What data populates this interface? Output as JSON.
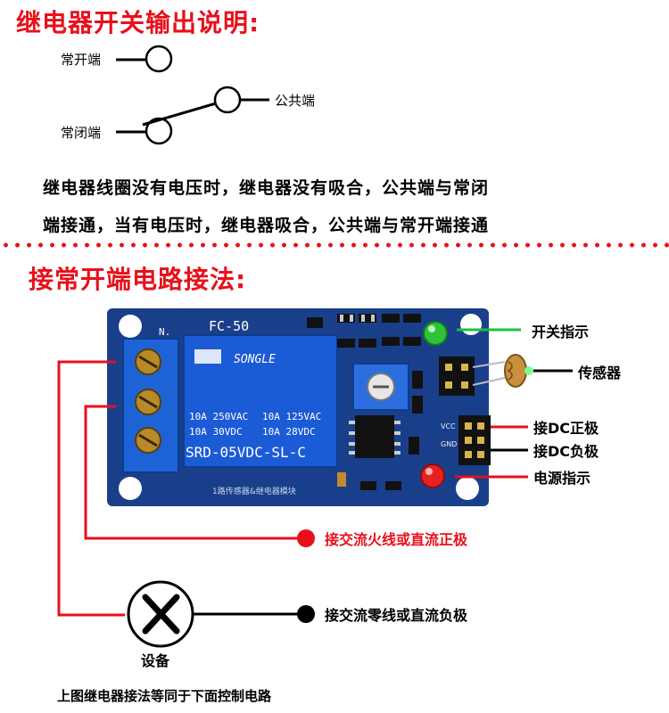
{
  "section1": {
    "title": "继电器开关输出说明:",
    "no_label": "常开端",
    "com_label": "公共端",
    "nc_label": "常闭端",
    "desc_line1": "继电器线圈没有电压时，继电器没有吸合，公共端与常闭",
    "desc_line2": "端接通，当有电压时，继电器吸合，公共端与常开端接通"
  },
  "section2": {
    "title": "接常开端电路接法:",
    "board": {
      "model": "FC-50",
      "relay_brand": "SONGLE",
      "relay_line1a": "10A 250VAC",
      "relay_line1b": "10A 125VAC",
      "relay_line2a": "10A  30VDC",
      "relay_line2b": "10A  28VDC",
      "relay_model": "SRD-05VDC-SL-C",
      "terminal_n": "N.",
      "vcc": "VCC",
      "gnd": "GND",
      "bottom_text": "1路传感器&继电器模块"
    },
    "labels": {
      "switch_indicator": "开关指示",
      "sensor": "传感器",
      "dc_pos": "接DC正极",
      "dc_neg": "接DC负极",
      "power_indicator": "电源指示",
      "live": "接交流火线或直流正极",
      "neutral": "接交流零线或直流负极",
      "device": "设备",
      "footer": "上图继电器接法等同于下面控制电路"
    },
    "colors": {
      "red_wire": "#e8101a",
      "green_wire": "#18c040",
      "black_wire": "#000000",
      "pcb": "#1a3f8a",
      "relay": "#1c5bd6"
    }
  }
}
